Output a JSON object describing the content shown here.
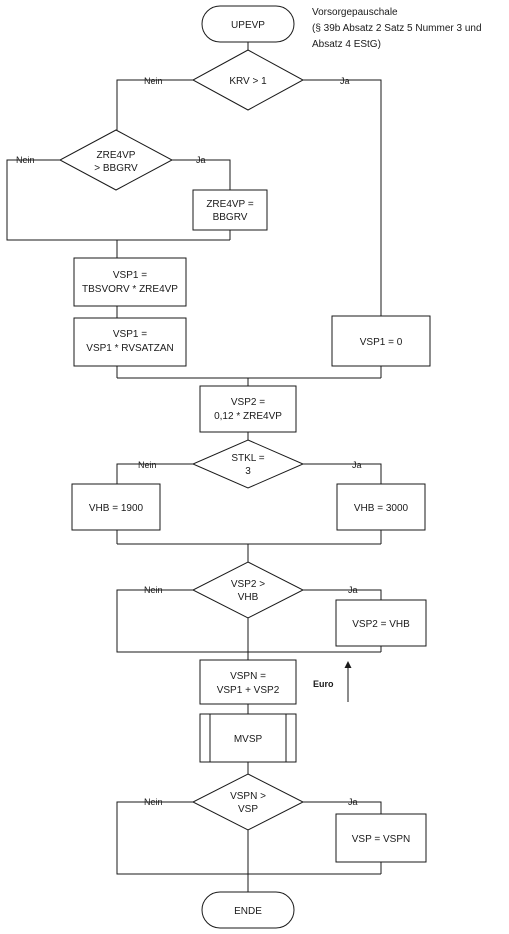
{
  "start": {
    "label": "UPEVP"
  },
  "note": {
    "lines": [
      "Vorsorgepauschale",
      "(§ 39b Absatz 2 Satz 5 Nummer 3 und",
      "Absatz 4 EStG)"
    ]
  },
  "dec_krv": {
    "lines": [
      "KRV > 1"
    ],
    "no": "Nein",
    "yes": "Ja"
  },
  "dec_zre4vp": {
    "lines": [
      "ZRE4VP",
      "> BBGRV"
    ],
    "no": "Nein",
    "yes": "Ja"
  },
  "proc_zre4vp_bbgrv": {
    "lines": [
      "ZRE4VP =",
      "BBGRV"
    ]
  },
  "proc_vsp1_tbsvorv": {
    "lines": [
      "VSP1 =",
      "TBSVORV * ZRE4VP"
    ]
  },
  "proc_vsp1_rvsatzan": {
    "lines": [
      "VSP1 =",
      "VSP1 * RVSATZAN"
    ]
  },
  "proc_vsp1_zero": {
    "lines": [
      "VSP1 = 0"
    ]
  },
  "proc_vsp2": {
    "lines": [
      "VSP2 =",
      "0,12 * ZRE4VP"
    ]
  },
  "dec_stkl": {
    "lines": [
      "STKL =",
      "3"
    ],
    "no": "Nein",
    "yes": "Ja"
  },
  "proc_vhb_1900": {
    "lines": [
      "VHB = 1900"
    ]
  },
  "proc_vhb_3000": {
    "lines": [
      "VHB = 3000"
    ]
  },
  "dec_vsp2_vhb": {
    "lines": [
      "VSP2 >",
      "VHB"
    ],
    "no": "Nein",
    "yes": "Ja"
  },
  "proc_vsp2_vhb": {
    "lines": [
      "VSP2 = VHB"
    ]
  },
  "proc_vspn": {
    "lines": [
      "VSPN =",
      "VSP1 + VSP2"
    ]
  },
  "euro_label": "Euro",
  "sub_mvsp": {
    "lines": [
      "MVSP"
    ]
  },
  "dec_vspn_vsp": {
    "lines": [
      "VSPN >",
      "VSP"
    ],
    "no": "Nein",
    "yes": "Ja"
  },
  "proc_vsp_vspn": {
    "lines": [
      "VSP = VSPN"
    ]
  },
  "end": {
    "label": "ENDE"
  }
}
